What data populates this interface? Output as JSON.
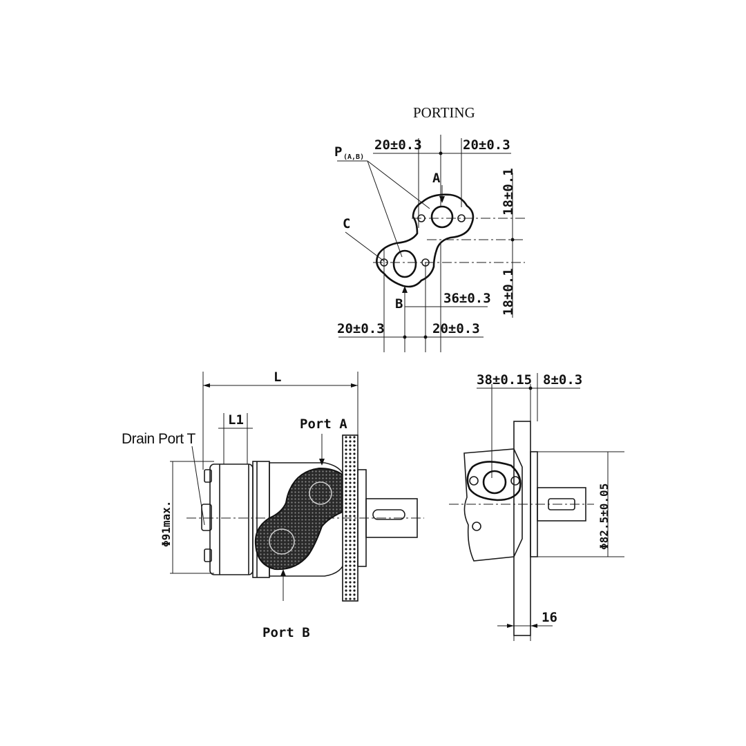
{
  "porting": {
    "title": "PORTING",
    "port_group_label": "P",
    "port_group_sub": "(A,B)",
    "port_a_label": "A",
    "port_b_label": "B",
    "port_c_label": "C",
    "dim_top_left": "20±0.3",
    "dim_top_right": "20±0.3",
    "dim_vertical_upper": "18±0.1",
    "dim_vertical_lower": "18±0.1",
    "dim_mid": "36±0.3",
    "dim_bottom_left": "20±0.3",
    "dim_bottom_right": "20±0.3"
  },
  "side_view": {
    "dim_length": "L",
    "dim_l1": "L1",
    "drain_port_label": "Drain Port T",
    "port_a_label": "Port A",
    "port_b_label": "Port B",
    "diameter_label": "Φ91max."
  },
  "front_view": {
    "dim_left": "38±0.15",
    "dim_right": "8±0.3",
    "diameter_label": "Φ82.5±0.05",
    "dim_bottom": "16"
  }
}
